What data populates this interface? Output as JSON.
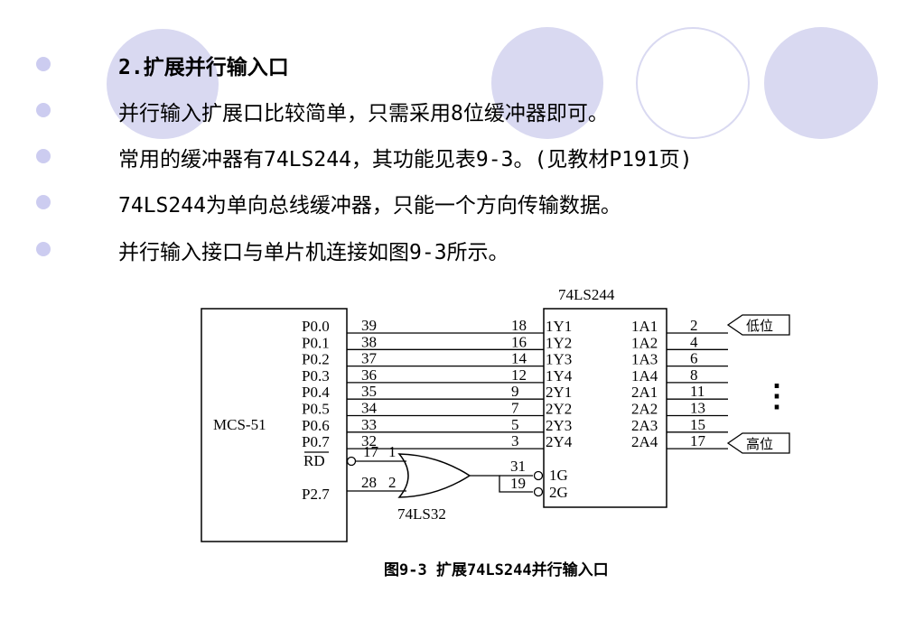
{
  "bullets": [
    {
      "text": "2.扩展并行输入口",
      "bold": true
    },
    {
      "text": "并行输入扩展口比较简单，只需采用8位缓冲器即可。",
      "bold": false
    },
    {
      "text": "常用的缓冲器有74LS244，其功能见表9-3。(见教材P191页)",
      "bold": false
    },
    {
      "text": "74LS244为单向总线缓冲器，只能一个方向传输数据。",
      "bold": false
    },
    {
      "text": "并行输入接口与单片机连接如图9-3所示。",
      "bold": false
    }
  ],
  "diagram": {
    "chip_title": "74LS244",
    "mcu_label": "MCS-51",
    "mcu_ports": [
      "P0.0",
      "P0.1",
      "P0.2",
      "P0.3",
      "P0.4",
      "P0.5",
      "P0.6",
      "P0.7"
    ],
    "mcu_pins": [
      "39",
      "38",
      "37",
      "36",
      "35",
      "34",
      "33",
      "32"
    ],
    "buf_pins_left": [
      "18",
      "16",
      "14",
      "12",
      "9",
      "7",
      "5",
      "3"
    ],
    "buf_labels_left": [
      "1Y1",
      "1Y2",
      "1Y3",
      "1Y4",
      "2Y1",
      "2Y2",
      "2Y3",
      "2Y4"
    ],
    "buf_labels_right": [
      "1A1",
      "1A2",
      "1A3",
      "1A4",
      "2A1",
      "2A2",
      "2A3",
      "2A4"
    ],
    "buf_pins_right": [
      "2",
      "4",
      "6",
      "8",
      "11",
      "13",
      "15",
      "17"
    ],
    "rd_label": "RD",
    "p27_label": "P2.7",
    "rd_pin": "17",
    "gate_in1": "1",
    "p27_pin": "28",
    "gate_in2": "2",
    "gate_out_pin": "31",
    "g2_pin": "19",
    "g1_label": "1G",
    "g2_label": "2G",
    "gate_label": "74LS32",
    "low_label": "低位",
    "high_label": "高位",
    "ellipsis": "⋮"
  },
  "caption": "图9-3 扩展74LS244并行输入口"
}
